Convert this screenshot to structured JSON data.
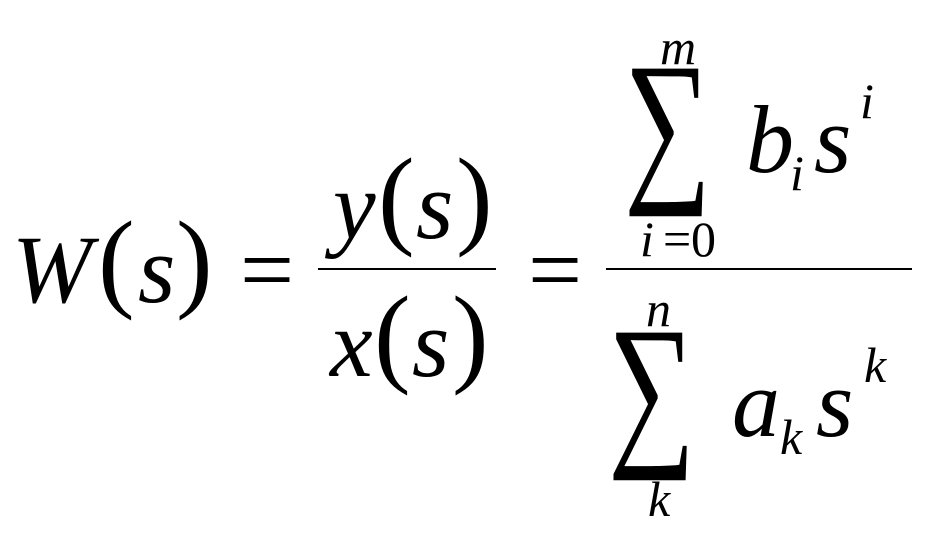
{
  "formula": {
    "lhs": {
      "func": "W",
      "open_paren": "(",
      "var": "s",
      "close_paren": ")"
    },
    "eq1": "=",
    "frac1": {
      "num": {
        "func": "y",
        "open_paren": "(",
        "var": "s",
        "close_paren": ")"
      },
      "den": {
        "func": "x",
        "open_paren": "(",
        "var": "s",
        "close_paren": ")"
      }
    },
    "eq2": "=",
    "frac2": {
      "num": {
        "sigma": "∑",
        "upper": "m",
        "lower_index": "i",
        "lower_eq": "=",
        "lower_val": "0",
        "coef": "b",
        "coef_sub": "i",
        "var": "s",
        "exp": "i"
      },
      "den": {
        "sigma": "∑",
        "upper": "n",
        "lower_index": "k",
        "coef": "a",
        "coef_sub": "k",
        "var": "s",
        "exp": "k"
      }
    }
  }
}
